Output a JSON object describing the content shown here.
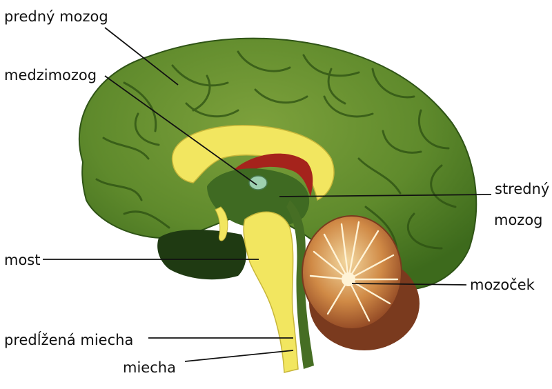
{
  "labels": {
    "forebrain": "predný mozog",
    "diencephalon": "medzimozog",
    "midbrain_line1": "stredný",
    "midbrain_line2": "mozog",
    "pons": "most",
    "cerebellum": "mozoček",
    "medulla": "predĺžená miecha",
    "spinal_cord": "miecha"
  },
  "colors": {
    "cerebrum": "#5f8a2c",
    "cerebrum_dark": "#3d6a1c",
    "yellow": "#f2e660",
    "red": "#a5231c",
    "cerebellum": "#c9823e",
    "cerebellum_dark": "#7a3a1e",
    "pons_dark": "#1f3a12",
    "leader": "#111111"
  }
}
